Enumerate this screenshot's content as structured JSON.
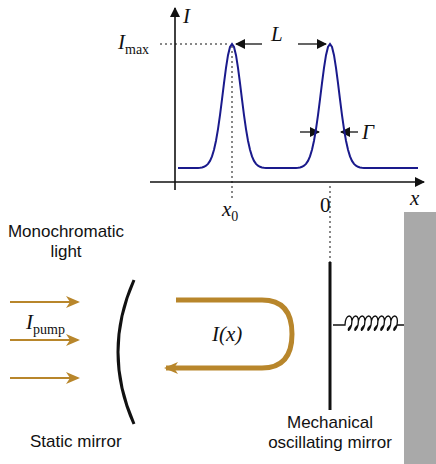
{
  "diagram": {
    "labels": [
      "I",
      "Imax",
      "L",
      "Γ",
      "x0",
      "0",
      "x",
      "Monochromatic light",
      "Ipump",
      "I(x)",
      "Static mirror",
      "Mechanical oscillating mirror"
    ]
  }
}
